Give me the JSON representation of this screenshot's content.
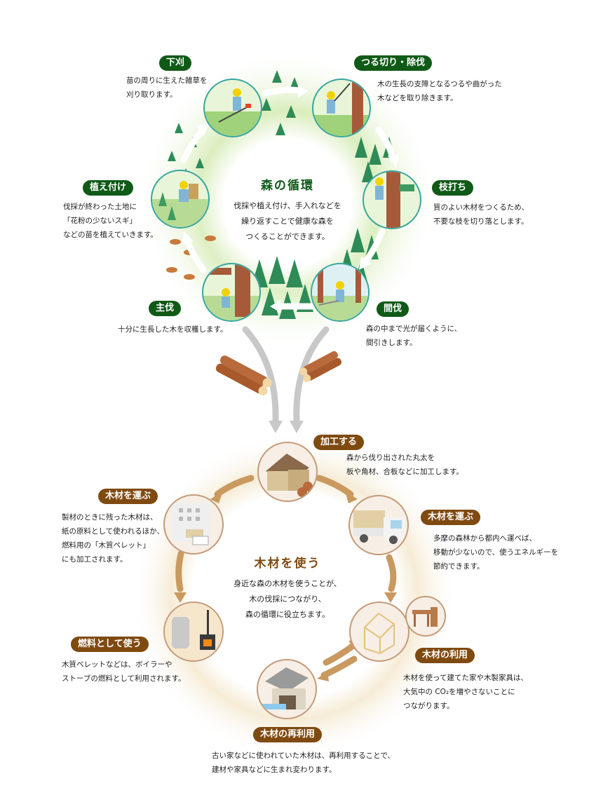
{
  "forest_cycle": {
    "title": "森の循環",
    "description": [
      "伐採や植え付け、手入れなどを",
      "繰り返すことで健康な森を",
      "つくることができます。"
    ],
    "accent_color": "#0f5a17",
    "steps": [
      {
        "label": "下刈",
        "lines": [
          "苗の周りに生えた雑草を",
          "刈り取ります。"
        ]
      },
      {
        "label": "つる切り・除伐",
        "lines": [
          "木の生長の支障となるつるや曲がった",
          "木などを取り除きます。"
        ]
      },
      {
        "label": "枝打ち",
        "lines": [
          "質のよい木材をつくるため、",
          "不要な枝を切り落とします。"
        ]
      },
      {
        "label": "間伐",
        "lines": [
          "森の中まで光が届くように、",
          "間引きします。"
        ]
      },
      {
        "label": "主伐",
        "lines": [
          "十分に生長した木を収穫します。"
        ]
      },
      {
        "label": "植え付け",
        "lines": [
          "伐採が終わった土地に",
          "「花粉の少ないスギ」",
          "などの苗を植えていきます。"
        ]
      }
    ]
  },
  "wood_cycle": {
    "title": "木材を使う",
    "description": [
      "身近な森の木材を使うことが、",
      "木の伐採につながり、",
      "森の循環に役立ちます。"
    ],
    "accent_color": "#7f4a10",
    "steps": [
      {
        "label": "加工する",
        "lines": [
          "森から伐り出された丸太を",
          "板や角材、合板などに加工します。"
        ]
      },
      {
        "label": "木材を運ぶ",
        "lines": [
          "多摩の森林から都内へ運べば、",
          "移動が少ないので、使うエネルギーを",
          "節約できます。"
        ]
      },
      {
        "label": "木材の利用",
        "lines": [
          "木材を使って建てた家や木製家具は、",
          "大気中の CO₂を増やさないことに",
          "つながります。"
        ]
      },
      {
        "label": "木材の再利用",
        "lines": [
          "古い家などに使われていた木材は、再利用することで、",
          "建材や家具などに生まれ変わります。"
        ]
      },
      {
        "label": "燃料として使う",
        "lines": [
          "木質ペレットなどは、ボイラーや",
          "ストーブの燃料として利用されます。"
        ]
      },
      {
        "label": "木材を運ぶ",
        "lines": [
          "製材のときに残った木材は、",
          "紙の原料として使われるほか、",
          "燃料用の「木質ペレット」",
          "にも加工されます。"
        ]
      }
    ]
  }
}
